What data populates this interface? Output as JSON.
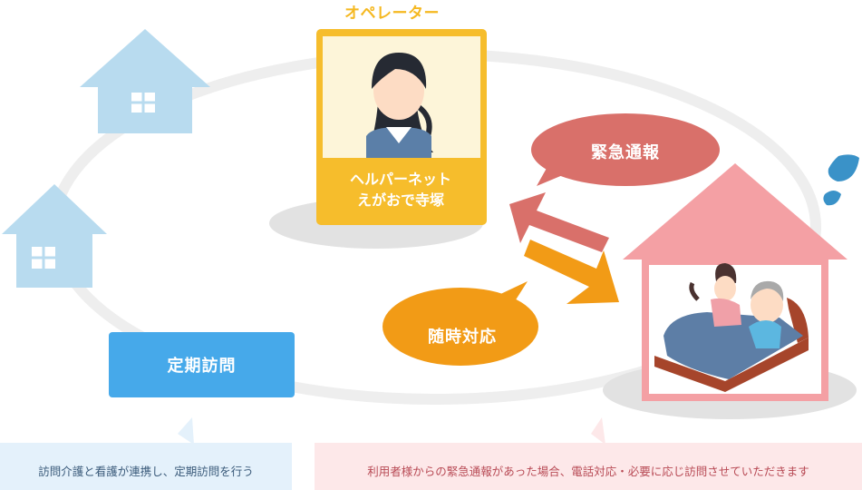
{
  "operator_heading": "オペレーター",
  "operator_name_line1": "ヘルパーネット",
  "operator_name_line2": "えがおで寺塚",
  "emergency_call": "緊急通報",
  "on_demand": "随時対応",
  "regular_visit": "定期訪問",
  "note_regular": "訪問介護と看護が連携し、定期訪問を行う",
  "note_emergency": "利用者様からの緊急通報があった場合、電話対応・必要に応じ訪問させていただきます",
  "icons": [
    "house-icon",
    "operator-icon",
    "patient-bed-icon",
    "sweat-drop-icon",
    "arrow-icon"
  ],
  "colors": {
    "operator_yellow": "#f6bd2c",
    "emergency_red": "#d9706a",
    "on_demand_orange": "#f29b16",
    "regular_blue": "#46a9ea",
    "house_blue": "#b8dbef",
    "house_pink": "#f4a0a4",
    "drop_blue": "#3a92c8"
  }
}
